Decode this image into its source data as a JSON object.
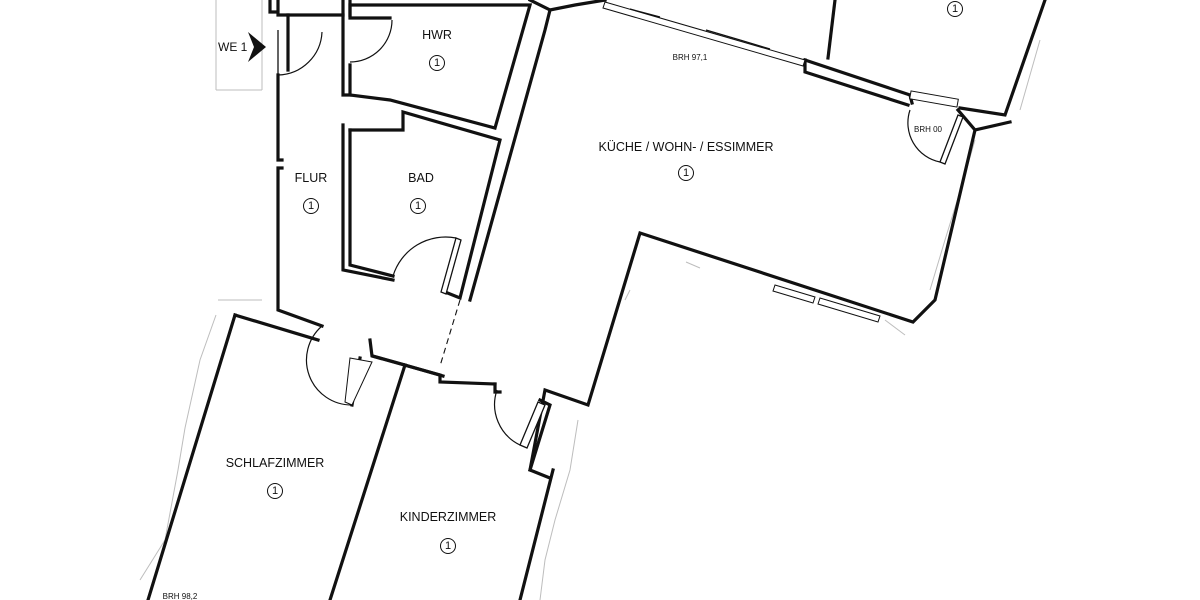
{
  "entry": {
    "label": "WE 1"
  },
  "rooms": [
    {
      "id": "hwr",
      "name": "HWR",
      "number": "1"
    },
    {
      "id": "flur",
      "name": "FLUR",
      "number": "1"
    },
    {
      "id": "bad",
      "name": "BAD",
      "number": "1"
    },
    {
      "id": "kueche",
      "name": "KÜCHE / WOHN- / ESSIMMER",
      "number": "1"
    },
    {
      "id": "schlafzimmer",
      "name": "SCHLAFZIMMER",
      "number": "1"
    },
    {
      "id": "kinderzimmer",
      "name": "KINDERZIMMER",
      "number": "1"
    },
    {
      "id": "neighbor",
      "name": "",
      "number": "1"
    }
  ],
  "annotations": {
    "brh_top": "BRH 97,1",
    "brh_balcony": "BRH 00",
    "brh_bottom": "BRH 98,2"
  }
}
